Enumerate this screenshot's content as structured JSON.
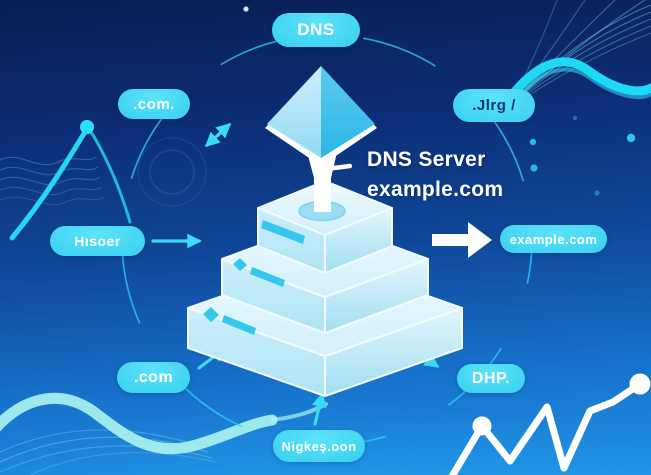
{
  "center_label": {
    "line1": "DNS Server",
    "line2": "example.com"
  },
  "pills": {
    "top": {
      "label": "DNS"
    },
    "top_left": {
      "label": ".com."
    },
    "top_right": {
      "label": ".Jlrg /"
    },
    "left": {
      "label": "Hısoer"
    },
    "right": {
      "label": "example.com"
    },
    "bottom_left": {
      "label": ".com"
    },
    "bottom_right": {
      "label": "DHP."
    },
    "bottom_center": {
      "label": "Nigkeş.oon"
    }
  },
  "colors": {
    "background_top": "#091f54",
    "background_bottom": "#1f93e5",
    "pill_fill": "#38d4f2",
    "pill_text_light": "#ffffff",
    "pill_text_dark": "#14386e",
    "accent_cyan": "#2bd7f4",
    "illustration_white": "#ffffff"
  }
}
